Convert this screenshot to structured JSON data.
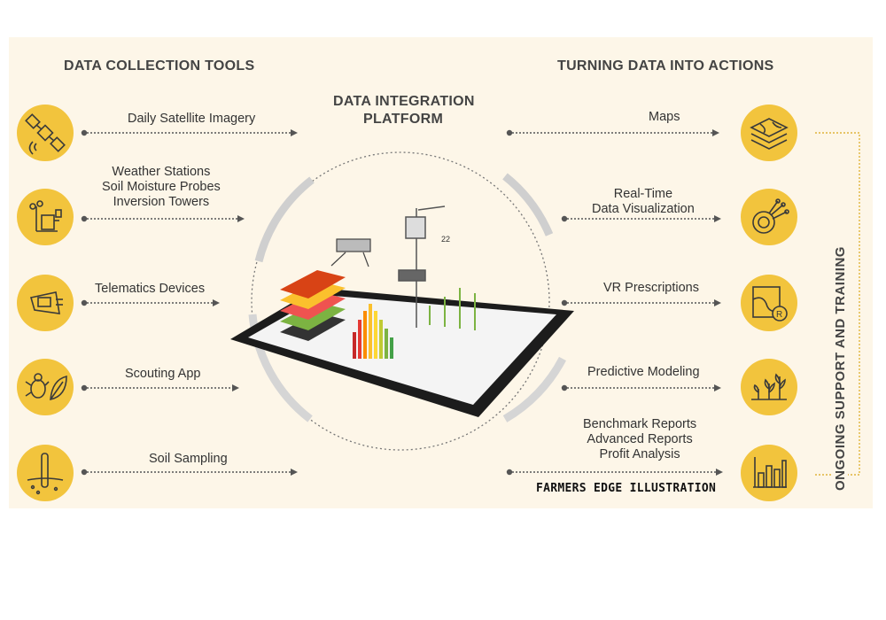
{
  "headings": {
    "left": "DATA COLLECTION TOOLS",
    "center_line1": "DATA INTEGRATION",
    "center_line2": "PLATFORM",
    "right": "TURNING DATA INTO ACTIONS"
  },
  "collection_tools": [
    {
      "lines": [
        "Daily Satellite Imagery"
      ],
      "icon": "satellite-icon"
    },
    {
      "lines": [
        "Weather Stations",
        "Soil Moisture Probes",
        "Inversion Towers"
      ],
      "icon": "weather-station-icon"
    },
    {
      "lines": [
        "Telematics Devices"
      ],
      "icon": "telematics-icon"
    },
    {
      "lines": [
        "Scouting App"
      ],
      "icon": "bug-leaf-icon"
    },
    {
      "lines": [
        "Soil Sampling"
      ],
      "icon": "soil-probe-icon"
    }
  ],
  "actions": [
    {
      "lines": [
        "Maps"
      ],
      "icon": "layered-map-icon"
    },
    {
      "lines": [
        "Real-Time",
        "Data Visualization"
      ],
      "icon": "data-viz-icon"
    },
    {
      "lines": [
        "VR Prescriptions"
      ],
      "icon": "prescription-map-icon"
    },
    {
      "lines": [
        "Predictive Modeling"
      ],
      "icon": "plants-icon"
    },
    {
      "lines": [
        "Benchmark Reports",
        "Advanced Reports",
        "Profit Analysis"
      ],
      "icon": "bar-chart-icon"
    }
  ],
  "support_label": "ONGOING SUPPORT AND TRAINING",
  "credit": "FARMERS EDGE ILLUSTRATION",
  "tablet_readout": "22",
  "colors": {
    "accent": "#f2c43d",
    "background": "#fdf6e8",
    "text": "#333333"
  }
}
